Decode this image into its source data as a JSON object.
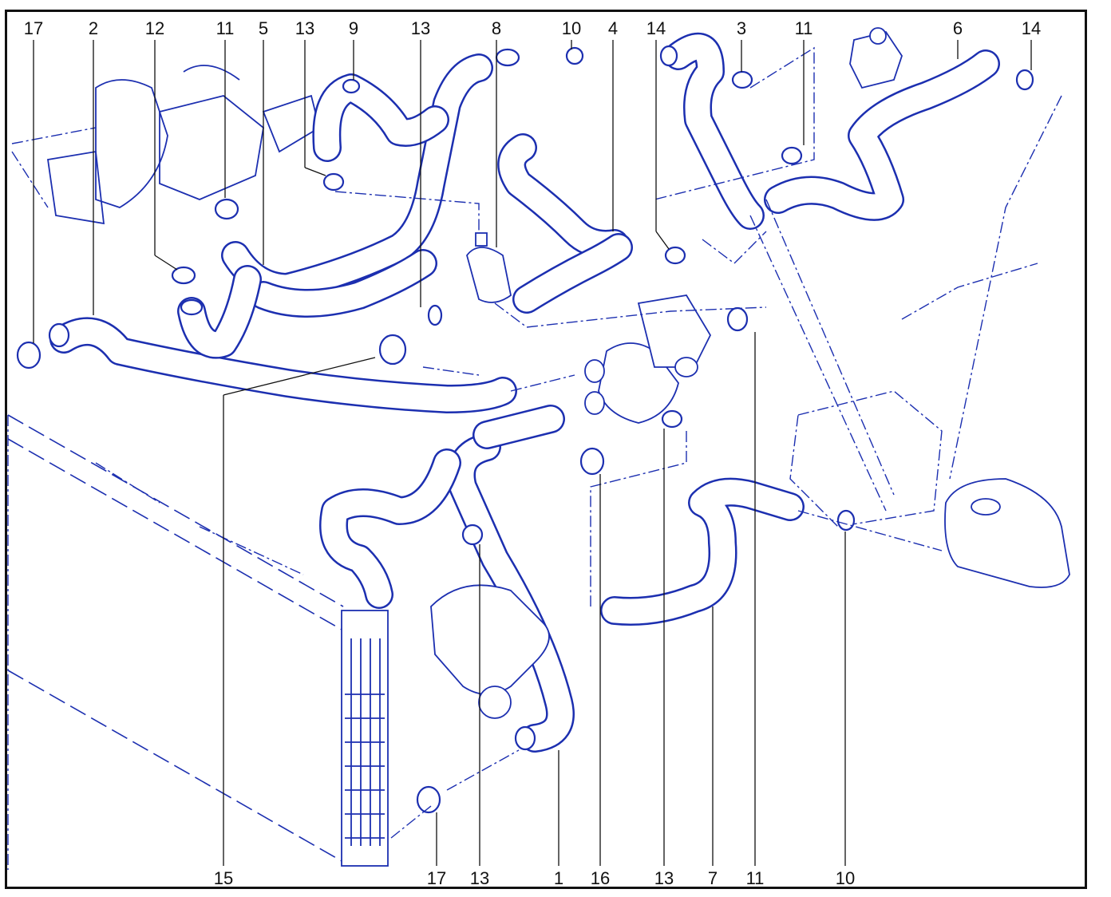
{
  "diagram": {
    "accent_color": "#1c2fb0",
    "line_color": "#111111",
    "top_callouts": [
      "17",
      "2",
      "12",
      "11",
      "5",
      "13",
      "9",
      "13",
      "8",
      "10",
      "4",
      "14",
      "3",
      "11",
      "6",
      "14"
    ],
    "bottom_callouts": [
      "15",
      "17",
      "13",
      "1",
      "16",
      "13",
      "7",
      "11",
      "10"
    ]
  }
}
